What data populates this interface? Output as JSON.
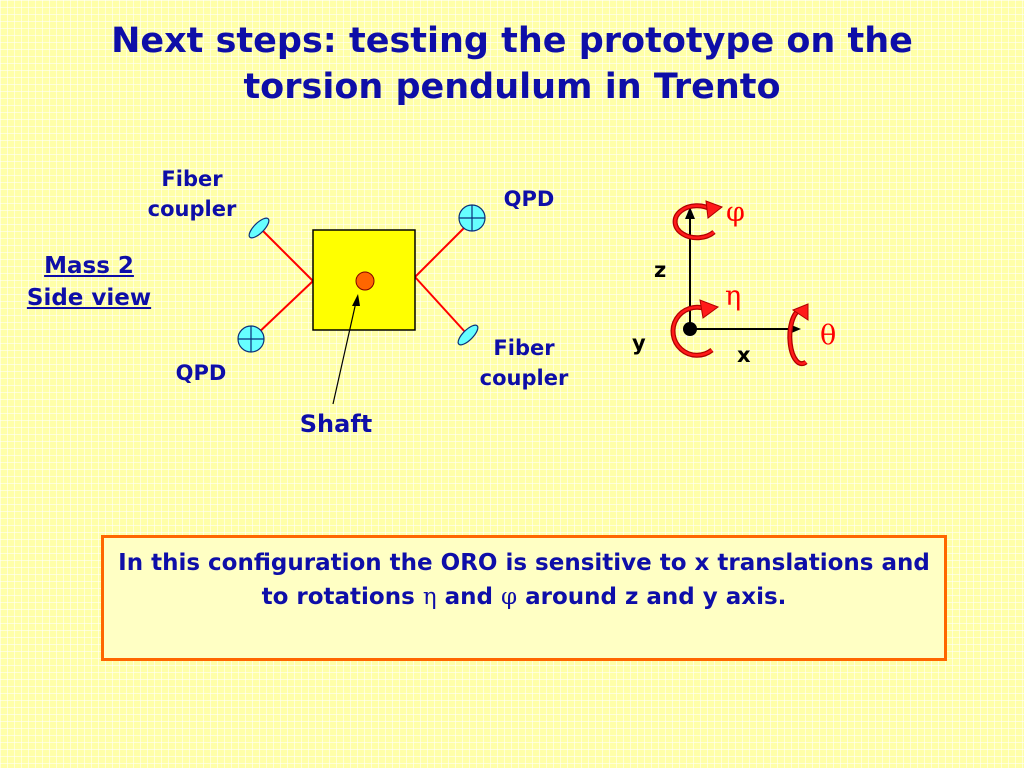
{
  "title": {
    "line1": "Next steps: testing the prototype on the",
    "line2": "torsion pendulum in Trento"
  },
  "side_view": {
    "line1": "Mass 2",
    "line2": "Side view"
  },
  "labels": {
    "fiber_coupler_top_1": "Fiber",
    "fiber_coupler_top_2": "coupler",
    "qpd_top": "QPD",
    "qpd_bottom": "QPD",
    "fiber_coupler_bottom_1": "Fiber",
    "fiber_coupler_bottom_2": "coupler",
    "shaft": "Shaft"
  },
  "axes": {
    "z": "z",
    "y": "y",
    "x": "x",
    "phi": "φ",
    "eta": "η",
    "theta": "θ"
  },
  "note": {
    "part1": "In this configuration the ORO is sensitive to x translations and to rotations ",
    "eta": "η",
    "part2": " and ",
    "phi": "φ",
    "part3": " around z and y axis."
  },
  "colors": {
    "title": "#0e0ea8",
    "mass": "#ffff00",
    "beam": "#ff0000",
    "shaft_dot": "#ff6600",
    "detector": "#66ffff",
    "border": "#ff6600"
  }
}
